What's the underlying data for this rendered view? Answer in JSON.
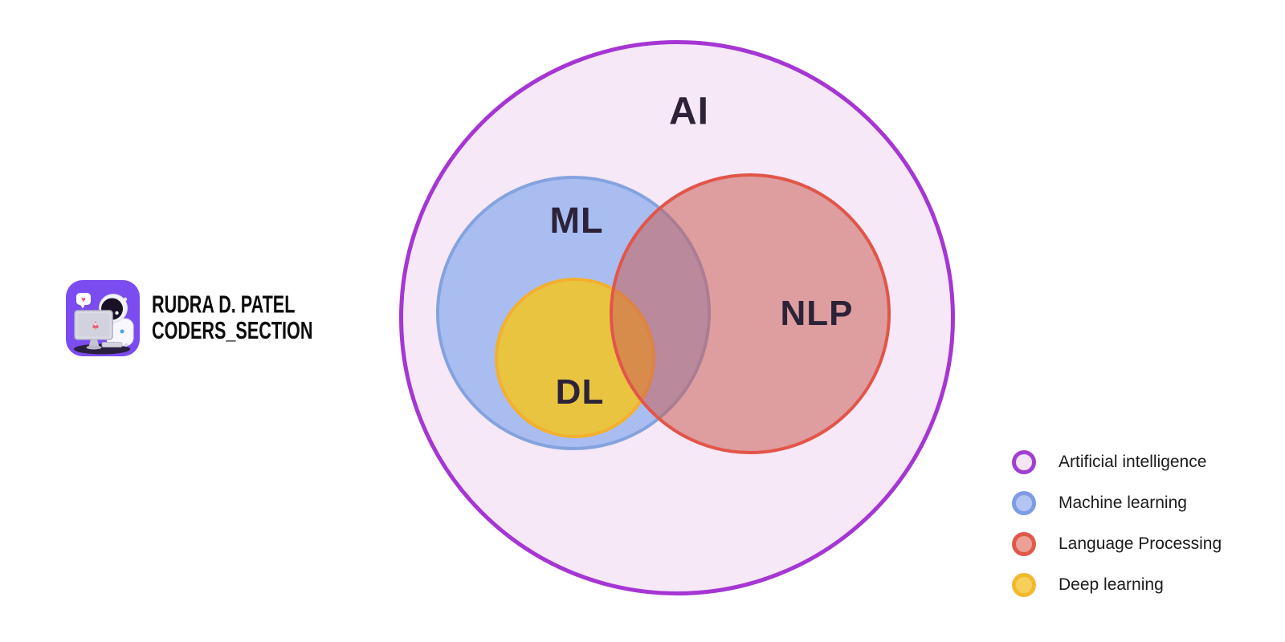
{
  "logo": {
    "title_line1": "RUDRA D. PATEL",
    "title_line2": "CODERS_SECTION",
    "tile_color": "#7b4cf0",
    "heart_glyph": "♥"
  },
  "diagram": {
    "type": "venn",
    "sets": [
      {
        "id": "ai",
        "label": "AI",
        "name": "Artificial intelligence",
        "contains": [
          "ml",
          "nlp",
          "dl"
        ]
      },
      {
        "id": "ml",
        "label": "ML",
        "name": "Machine learning",
        "subset_of": [
          "ai"
        ],
        "overlaps": [
          "nlp"
        ]
      },
      {
        "id": "nlp",
        "label": "NLP",
        "name": "Language Processing",
        "subset_of": [
          "ai"
        ],
        "overlaps": [
          "ml",
          "dl"
        ]
      },
      {
        "id": "dl",
        "label": "DL",
        "name": "Deep learning",
        "subset_of": [
          "ml",
          "ai"
        ],
        "overlaps": [
          "nlp"
        ]
      }
    ]
  },
  "venn": {
    "circles": {
      "ai": {
        "fill": "#f6e8f7",
        "stroke": "#a636d4"
      },
      "ml": {
        "fill": "#a9bdf1",
        "stroke": "#84a3de"
      },
      "dl": {
        "fill": "#e9c440",
        "stroke": "#f3b02f"
      },
      "nlp": {
        "fill": "rgba(203,94,86,0.55)",
        "stroke": "#e25549"
      }
    }
  },
  "legend": {
    "items": [
      {
        "label": "Artificial intelligence",
        "ring": "#a33fce",
        "fill": "#f5e6f6"
      },
      {
        "label": "Machine learning",
        "ring": "#7d9be6",
        "fill": "#b5c5f1"
      },
      {
        "label": "Language Processing",
        "ring": "#e0594b",
        "fill": "#eca098"
      },
      {
        "label": "Deep learning",
        "ring": "#f2b92d",
        "fill": "#f7cf5a"
      }
    ]
  }
}
